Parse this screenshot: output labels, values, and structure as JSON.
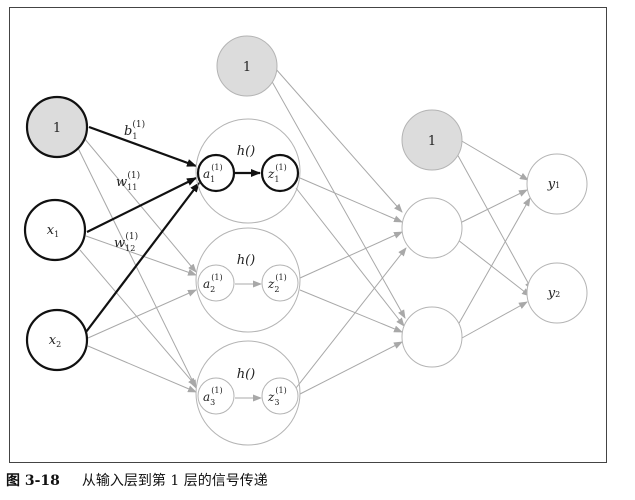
{
  "diagram": {
    "bias_label": "1",
    "input_labels": [
      "x",
      "x"
    ],
    "input_subscripts": [
      "1",
      "2"
    ],
    "hidden_activation": "h()",
    "hidden_a_base": "a",
    "hidden_z_base": "z",
    "hidden_superscript": "(1)",
    "hidden_subscripts": [
      "1",
      "2",
      "3"
    ],
    "weight_b_label": "b",
    "weight_w_label": "w",
    "weight_b_sub": "1",
    "weight_w_subs": [
      "11",
      "12"
    ],
    "output_labels": [
      "y",
      "y"
    ],
    "output_subscripts": [
      "1",
      "2"
    ]
  },
  "caption": {
    "number": "图 3-18",
    "text": "从输入层到第 1 层的信号传递"
  },
  "colors": {
    "bias_fill": "#dcdcdc",
    "highlight_stroke": "#111111",
    "faint_stroke": "#a8a8a8"
  }
}
